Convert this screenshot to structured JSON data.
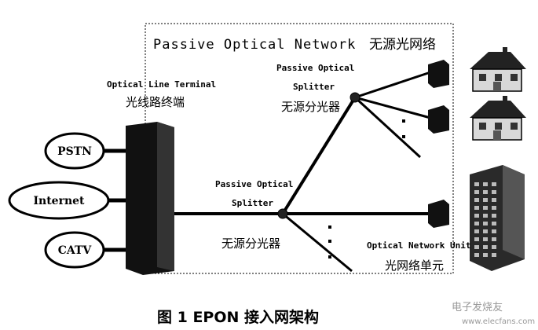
{
  "pon": {
    "title_en": "Passive Optical Network",
    "title_cn": "无源光网络"
  },
  "olt": {
    "label_en": "Optical Line Terminal",
    "label_cn": "光线路终端"
  },
  "services": [
    "PSTN",
    "Internet",
    "CATV"
  ],
  "splitter_upper": {
    "line1": "Passive Optical",
    "line2": "Splitter",
    "label_cn": "无源分光器"
  },
  "splitter_lower": {
    "line1": "Passive Optical",
    "line2": "Splitter",
    "label_cn": "无源分光器"
  },
  "onu": {
    "label_en": "Optical Network Unit",
    "label_cn": "光网络单元"
  },
  "caption": "图 1   EPON 接入网架构",
  "watermark": "电子发烧友",
  "watermark_url": "www.elecfans.com"
}
